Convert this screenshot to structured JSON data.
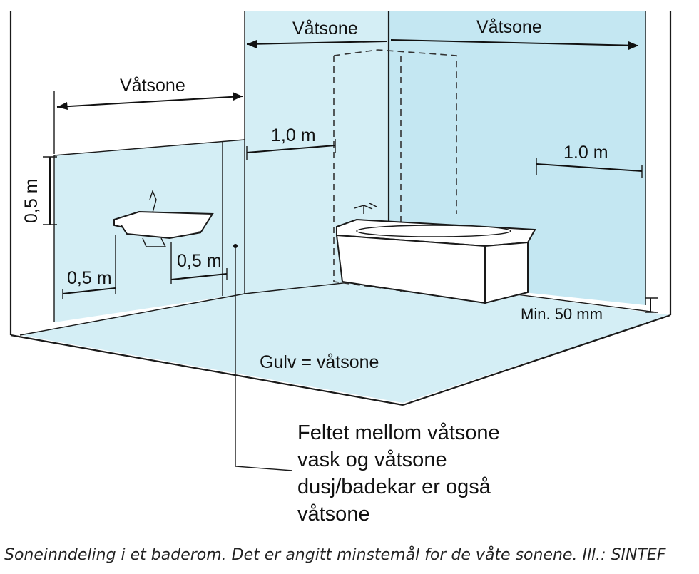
{
  "labels": {
    "vatsone_left": "Våtsone",
    "vatsone_mid": "Våtsone",
    "vatsone_right": "Våtsone",
    "dim_1m_mid": "1,0 m",
    "dim_1m_right": "1.0 m",
    "dim_05_vertical": "0,5 m",
    "dim_05_left": "0,5 m",
    "dim_05_right": "0,5 m",
    "min_50mm": "Min. 50 mm",
    "floor": "Gulv = våtsone"
  },
  "note_lines": [
    "Feltet mellom våtsone",
    "vask og våtsone",
    "dusj/badekar er også",
    "våtsone"
  ],
  "caption": "Soneinndeling i et baderom. Det er angitt minstemål for de våte sonene. Ill.: SINTEF",
  "colors": {
    "wet_zone": "#d4eef5",
    "wet_zone_dark": "#c4e7f2",
    "ink": "#1a1a1a"
  }
}
